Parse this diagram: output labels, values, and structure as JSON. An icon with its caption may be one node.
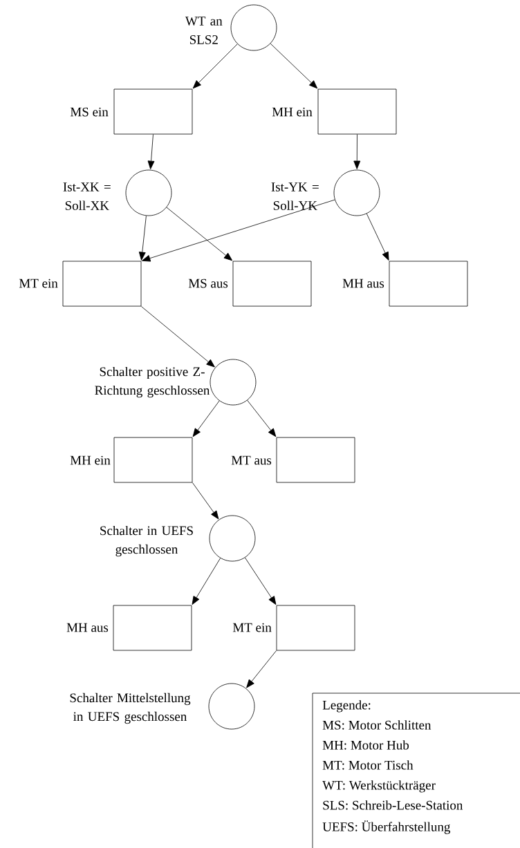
{
  "diagram": {
    "nodes": [
      {
        "text": [],
        "shape": "circle",
        "beside": [
          "WT an SLS2"
        ]
      },
      {
        "text": [],
        "shape": "box",
        "beside": [
          "MS ein"
        ]
      },
      {
        "text": [],
        "shape": "box",
        "beside": [
          "MH ein"
        ]
      },
      {
        "text": [],
        "shape": "circle",
        "beside": [
          "Ist-XK = Soll-XK"
        ]
      },
      {
        "text": [],
        "shape": "circle",
        "beside": [
          "Ist-YK = Soll-YK"
        ]
      },
      {
        "text": [],
        "shape": "box",
        "beside": [
          "MT ein"
        ]
      },
      {
        "text": [],
        "shape": "box",
        "beside": [
          "MS aus"
        ]
      },
      {
        "text": [],
        "shape": "box",
        "beside": [
          "MH aus"
        ]
      },
      {
        "text": [],
        "shape": "circle",
        "beside": [
          "Schalter positive Z-Richtung geschlossen"
        ]
      },
      {
        "text": [],
        "shape": "box",
        "beside": [
          "MH ein"
        ]
      },
      {
        "text": [],
        "shape": "box",
        "beside": [
          "MT aus"
        ]
      },
      {
        "text": [],
        "shape": "circle",
        "beside": [
          "Schalter in UEFS geschlossen"
        ]
      },
      {
        "text": [],
        "shape": "box",
        "beside": [
          "MH aus"
        ]
      },
      {
        "text": [],
        "shape": "box",
        "beside": [
          "MT ein"
        ]
      },
      {
        "text": [],
        "shape": "circle",
        "beside": [
          "Schalter Mittelstellung in UEFS geschlossen"
        ]
      },
      {
        "text": [
          "Legende:",
          "MS: Motor Schlitten",
          "MH: Motor Hub",
          "MT: Motor Tisch",
          "WT: Werkstückträger",
          "SLS: Schreib-Lese-Station",
          "UEFS: Überfahrstellung"
        ]
      }
    ],
    "edges": [
      {
        "from": 0,
        "to": 1,
        "arrow": "to"
      },
      {
        "from": 0,
        "to": 2,
        "arrow": "to"
      },
      {
        "from": 1,
        "to": 3,
        "arrow": "to"
      },
      {
        "from": 2,
        "to": 4,
        "arrow": "to"
      },
      {
        "from": 3,
        "to": 5,
        "arrow": "to"
      },
      {
        "from": 3,
        "to": 6,
        "arrow": "to"
      },
      {
        "from": 4,
        "to": 5,
        "arrow": "to"
      },
      {
        "from": 4,
        "to": 7,
        "arrow": "to"
      },
      {
        "from": 5,
        "to": 8,
        "arrow": "to"
      },
      {
        "from": 8,
        "to": 9,
        "arrow": "to"
      },
      {
        "from": 8,
        "to": 10,
        "arrow": "to"
      },
      {
        "from": 9,
        "to": 11,
        "arrow": "to"
      },
      {
        "from": 11,
        "to": 12,
        "arrow": "to"
      },
      {
        "from": 11,
        "to": 13,
        "arrow": "to"
      },
      {
        "from": 13,
        "to": 14,
        "arrow": "to"
      }
    ]
  }
}
